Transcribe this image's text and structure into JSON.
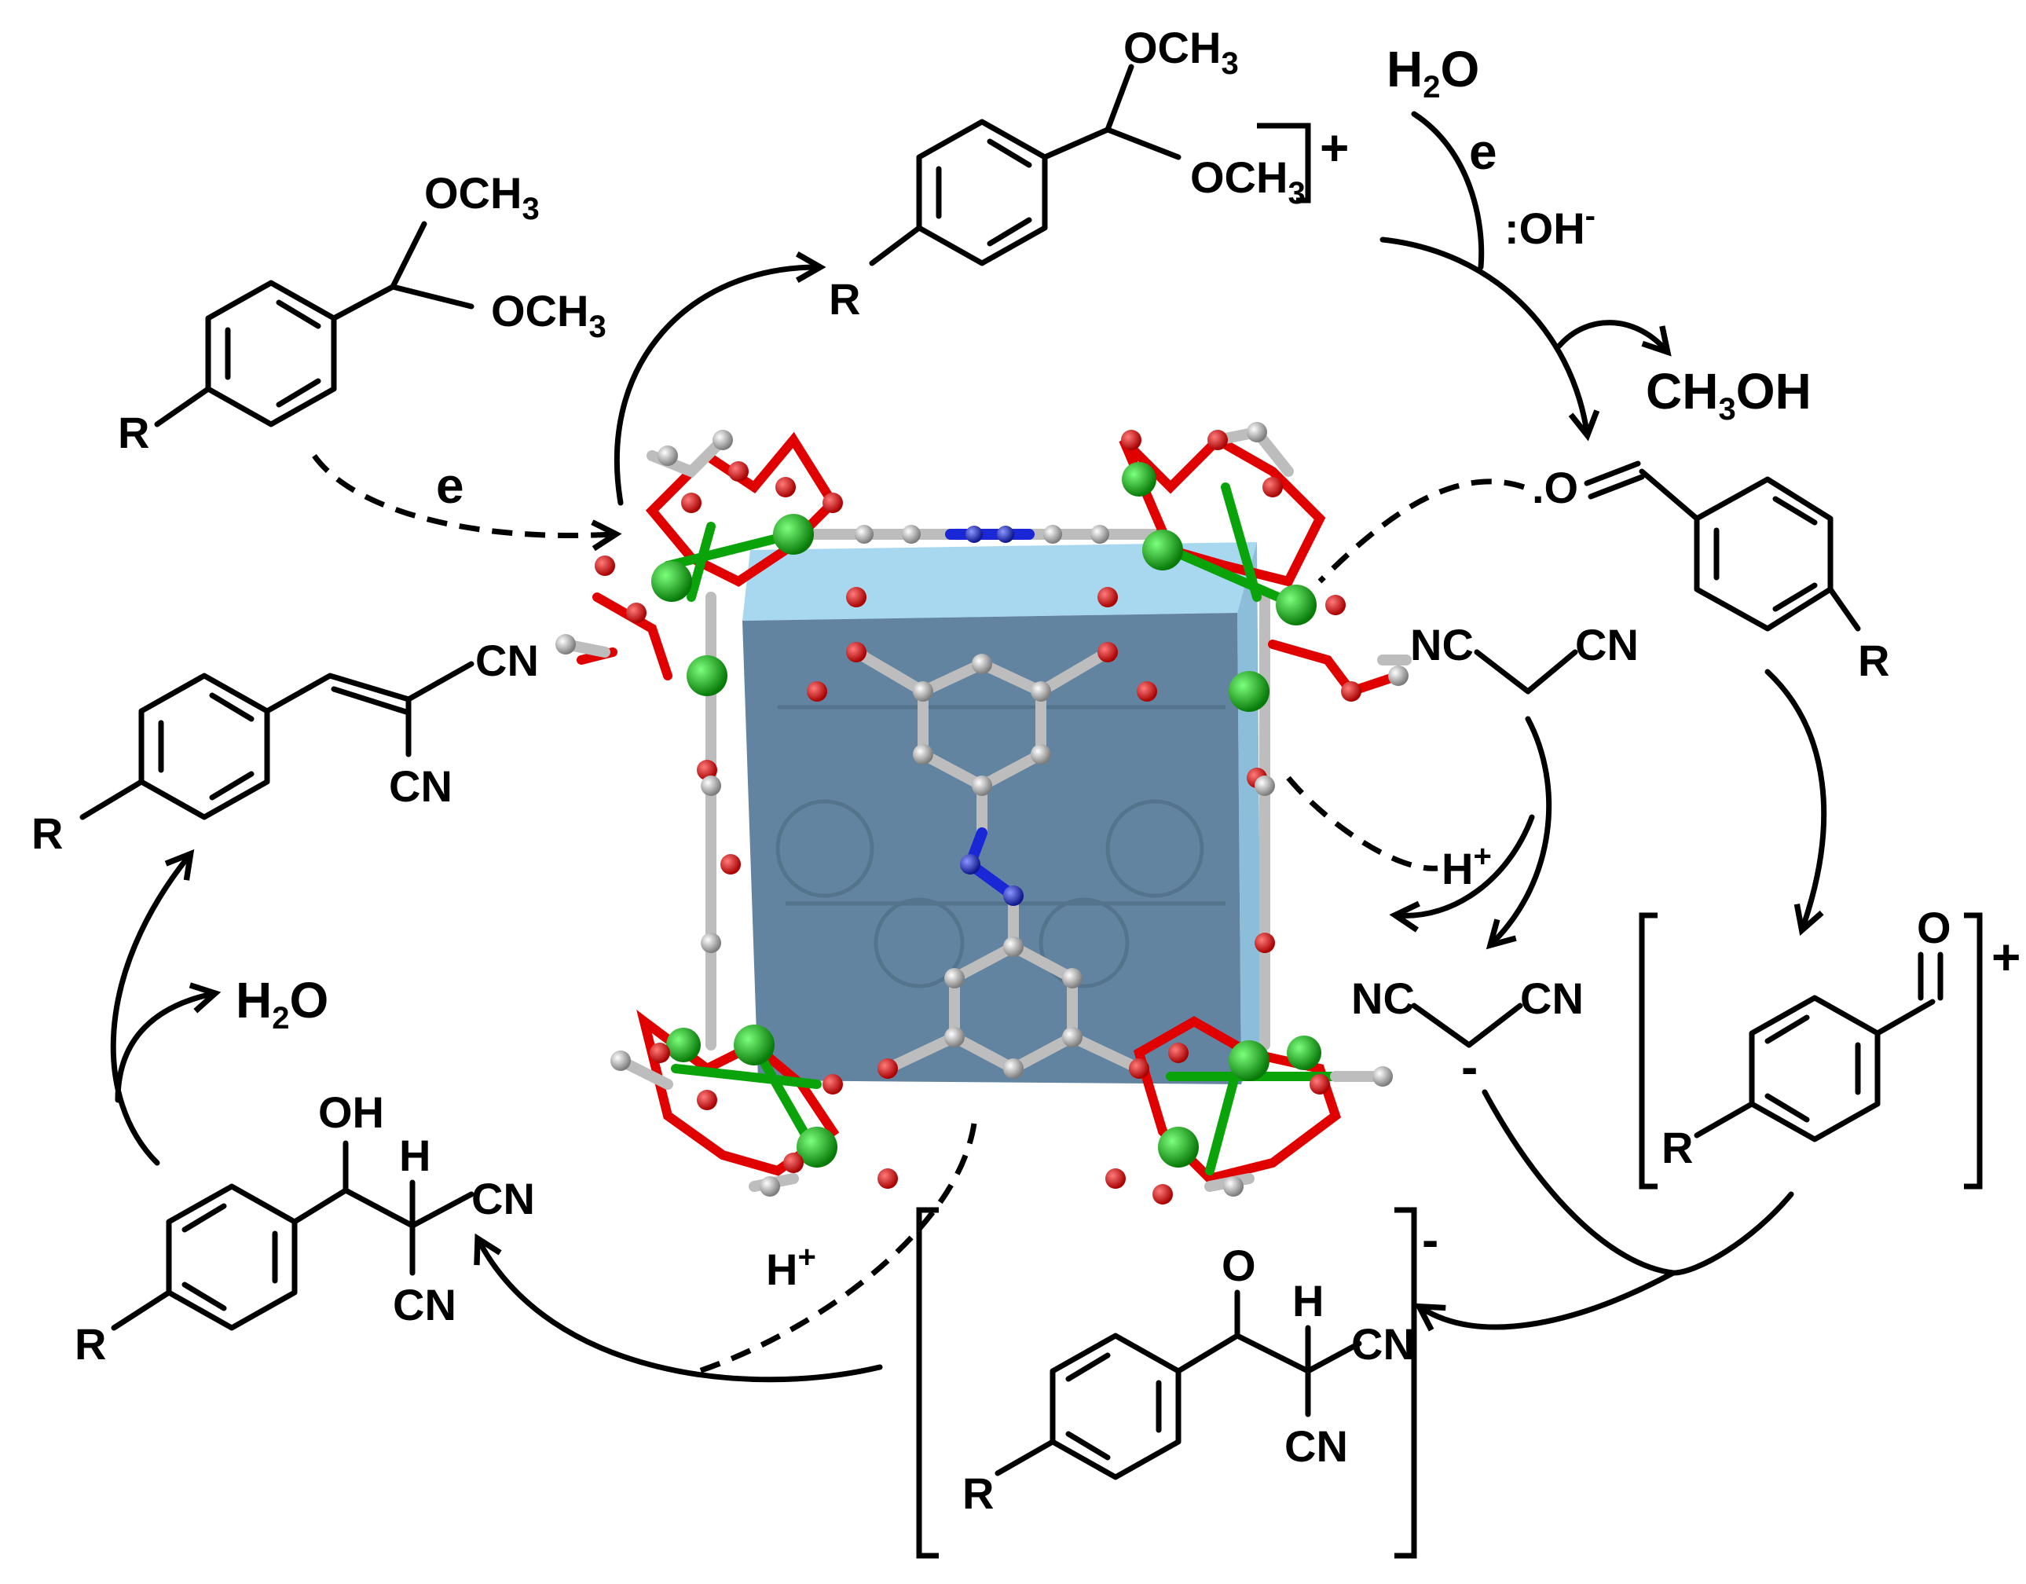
{
  "labels": {
    "r": "R",
    "och3": "OCH",
    "sub3": "3",
    "cation_plus": "+",
    "e": "e",
    "h2o_h": "H",
    "h2o_sub": "2",
    "h2o_o": "O",
    "oh_minus": ":OH",
    "minus": "-",
    "ch3oh_ch": "CH",
    "ch3oh_oh": "OH",
    "o": "O",
    "o_colon": ".O",
    "nc": "NC",
    "cn": "CN",
    "h_plus_h": "H",
    "plus": "+",
    "h": "H",
    "oh": "OH"
  },
  "colors": {
    "cage_face": "#5b7d9c",
    "cage_top": "#9fd4ee",
    "oxygen": "#e00000",
    "carbon": "#a0a0a0",
    "nitrogen": "#1a27d6",
    "metal": "#0aa30a"
  }
}
